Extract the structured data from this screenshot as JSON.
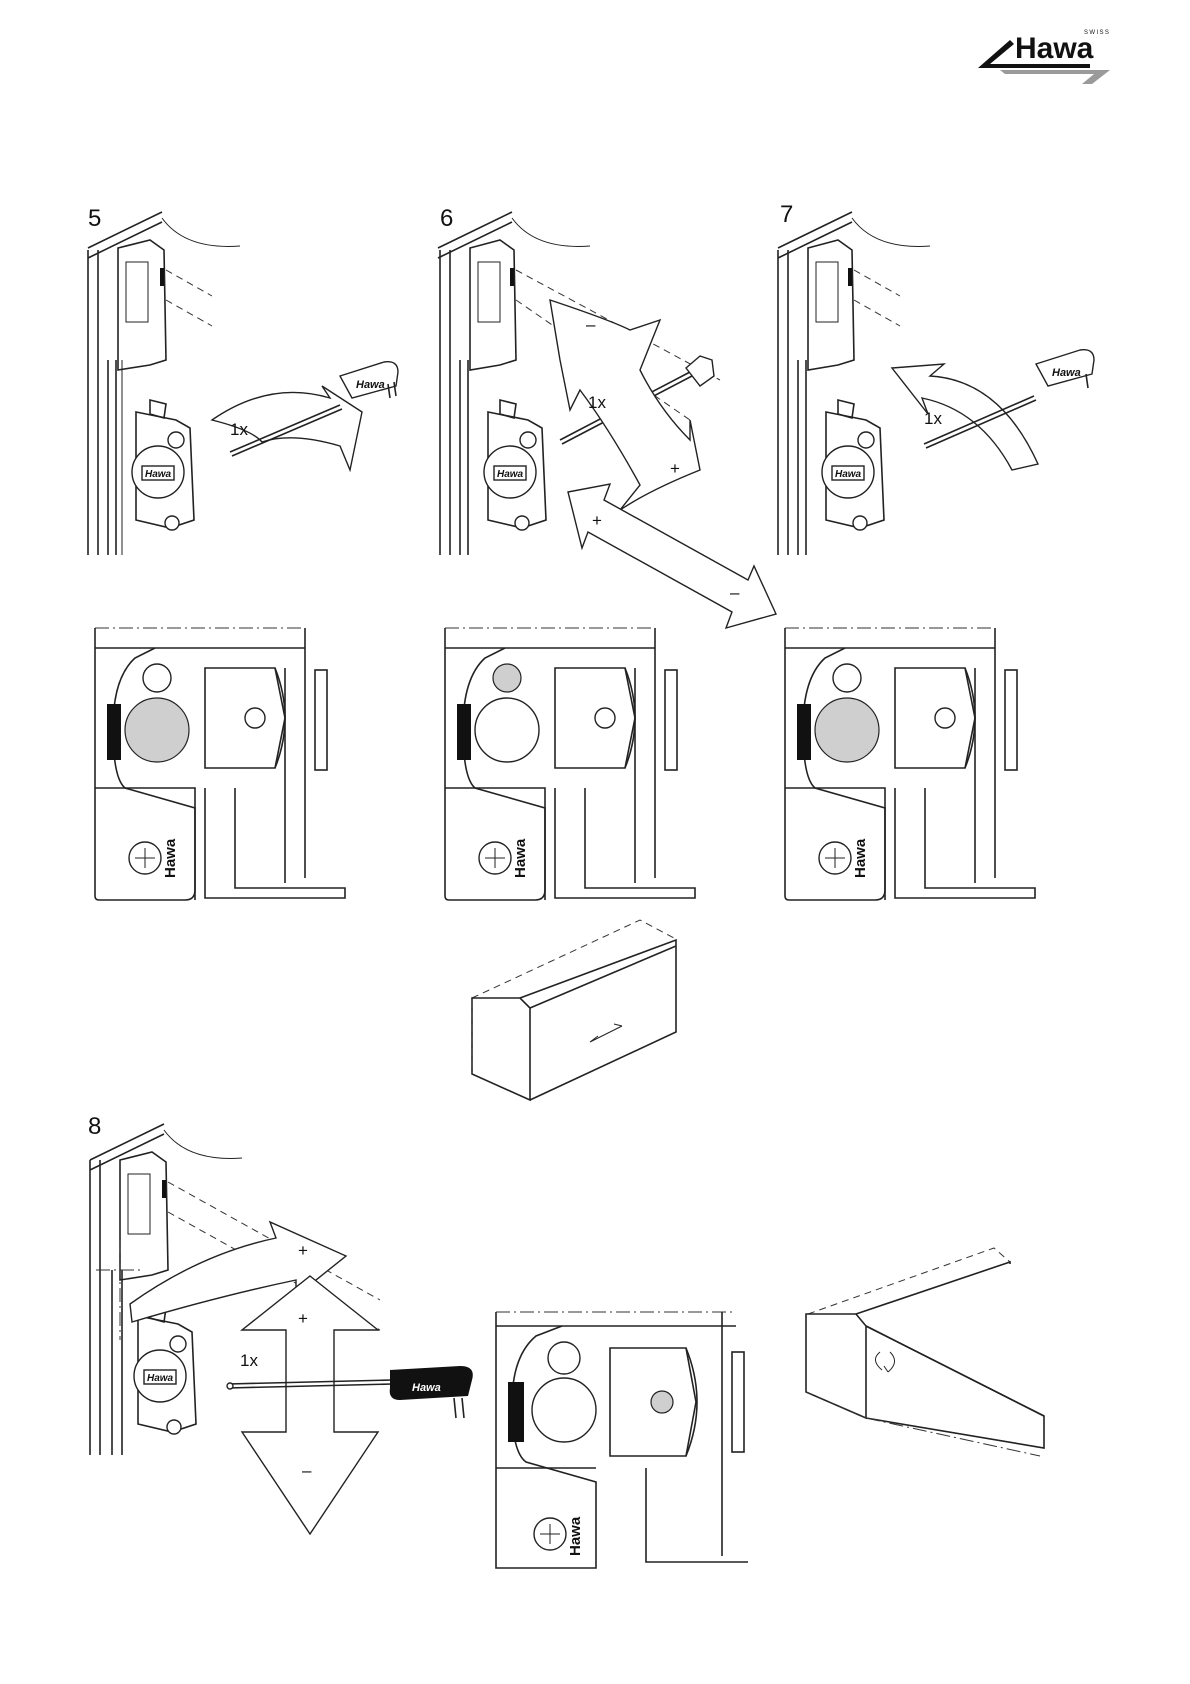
{
  "logo": {
    "brand": "Hawa",
    "tagline": "SWISS"
  },
  "steps": [
    {
      "number": "5",
      "count_label": "1x"
    },
    {
      "number": "6",
      "count_label": "1x",
      "plus": "+",
      "minus": "–"
    },
    {
      "number": "7",
      "count_label": "1x"
    },
    {
      "number": "8",
      "count_label": "1x",
      "plus": "+",
      "minus": "–"
    }
  ],
  "step6_double_arrow": {
    "plus": "+",
    "minus": "–"
  },
  "step8_curved_arrow": {
    "plus": "+"
  },
  "tool_brand": "Hawa",
  "housing_brand": "Hawa",
  "colors": {
    "line": "#222222",
    "fill_grey": "#cfcfcf",
    "background": "#ffffff"
  }
}
